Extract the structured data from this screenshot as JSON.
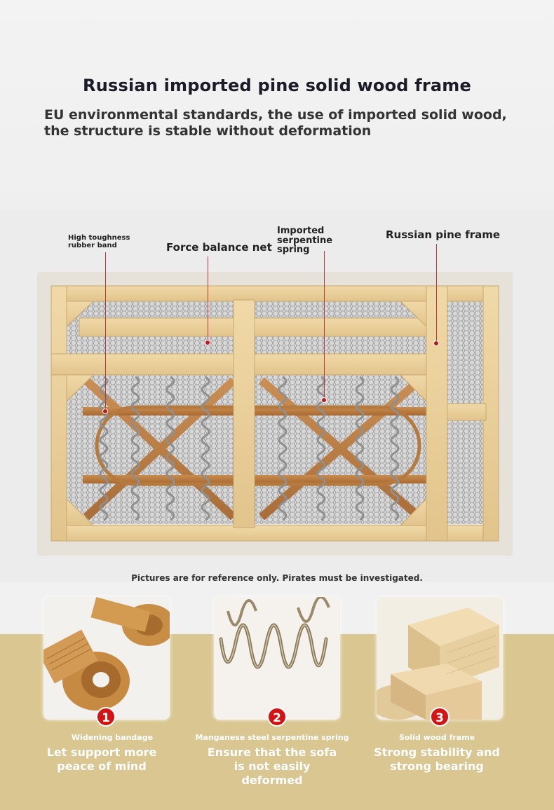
{
  "header": {
    "title": "Russian imported pine solid wood frame",
    "subtitle": "EU environmental standards, the use of imported solid wood, the structure is stable without deformation"
  },
  "callouts": {
    "rubber_band": "High toughness rubber band",
    "balance_net": "Force balance net",
    "spring": "Imported serpentine spring",
    "pine_frame": "Russian pine frame"
  },
  "note": "Pictures are for reference only. Pirates must be investigated.",
  "features": [
    {
      "number": "1",
      "label": "Widening bandage",
      "caption": "Let support more peace of mind"
    },
    {
      "number": "2",
      "label": "Manganese steel serpentine spring",
      "caption": "Ensure that the sofa is not easily deformed"
    },
    {
      "number": "3",
      "label": "Solid wood frame",
      "caption": "Strong stability and strong bearing"
    }
  ],
  "colors": {
    "accent_red": "#d31414",
    "gold_band": "#d9c690",
    "pine": "#e9cf9c"
  }
}
